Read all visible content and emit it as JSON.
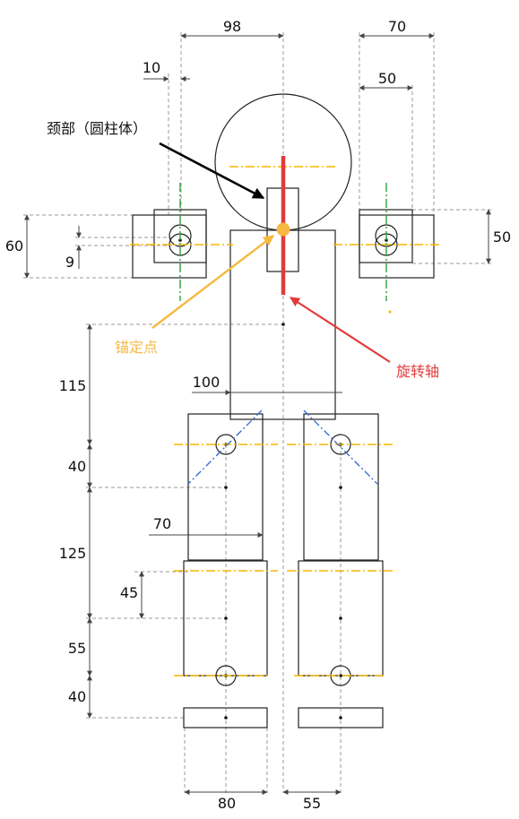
{
  "labels": {
    "neck": "颈部（圆柱体）",
    "anchor": "锚定点",
    "axis": "旋转轴"
  },
  "dimensions": {
    "d98": "98",
    "d70_top": "70",
    "d10": "10",
    "d50_top": "50",
    "d60": "60",
    "d9": "9",
    "d50_right": "50",
    "d115": "115",
    "d100": "100",
    "d40_a": "40",
    "d125": "125",
    "d70_mid": "70",
    "d45": "45",
    "d55_left": "55",
    "d40_b": "40",
    "d80": "80",
    "d55_bottom": "55"
  },
  "colors": {
    "line": "#222222",
    "dim": "#888888",
    "red": "#e23b3b",
    "orange": "#f5b700",
    "anchor": "#f5b942",
    "green": "#2ea043",
    "blue": "#3a6fd6"
  }
}
